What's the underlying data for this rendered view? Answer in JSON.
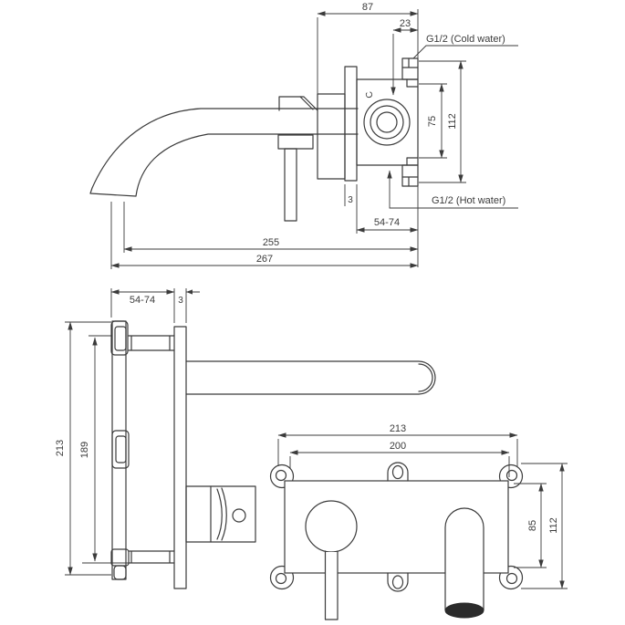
{
  "colors": {
    "line": "#3b3b3b",
    "background": "#ffffff",
    "spout_outlet_fill": "#2b2b2b"
  },
  "views": {
    "side": {
      "d87": "87",
      "d23": "23",
      "d75": "75",
      "d112": "112",
      "d3": "3",
      "d54_74": "54-74",
      "d255": "255",
      "d267": "267",
      "cold_label": "G1/2 (Cold water)",
      "hot_label": "G1/2 (Hot water)",
      "valve_marking": "C"
    },
    "front": {
      "d54_74": "54-74",
      "d3": "3",
      "d213": "213",
      "d189": "189"
    },
    "box": {
      "d213": "213",
      "d200": "200",
      "d85": "85",
      "d112": "112"
    }
  }
}
